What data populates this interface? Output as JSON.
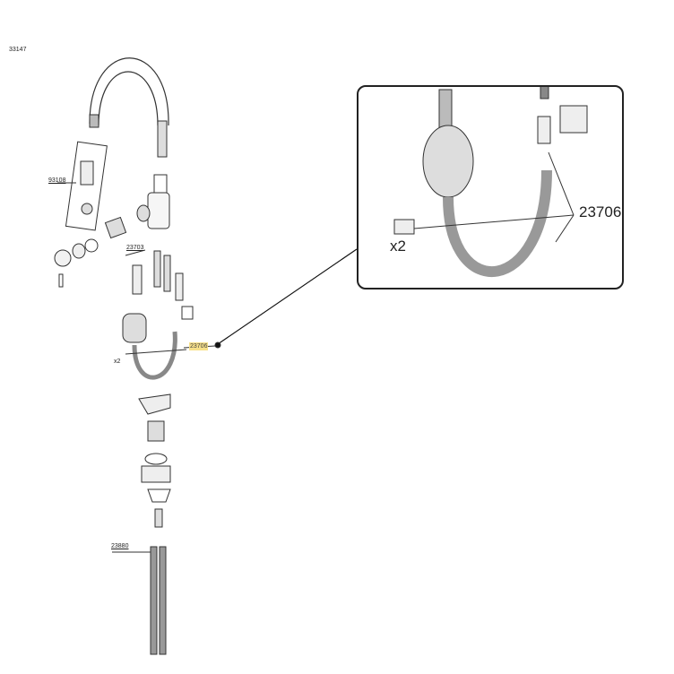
{
  "diagram_id": "33147",
  "parts": [
    {
      "number": "93108"
    },
    {
      "number": "23703"
    },
    {
      "number": "23706",
      "highlighted": true
    },
    {
      "number": "23880"
    }
  ],
  "quantity_label": "x2",
  "inset": {
    "part_number": "23706",
    "quantity_label": "x2"
  },
  "colors": {
    "highlight": "#f7e08a",
    "line": "#222222"
  }
}
